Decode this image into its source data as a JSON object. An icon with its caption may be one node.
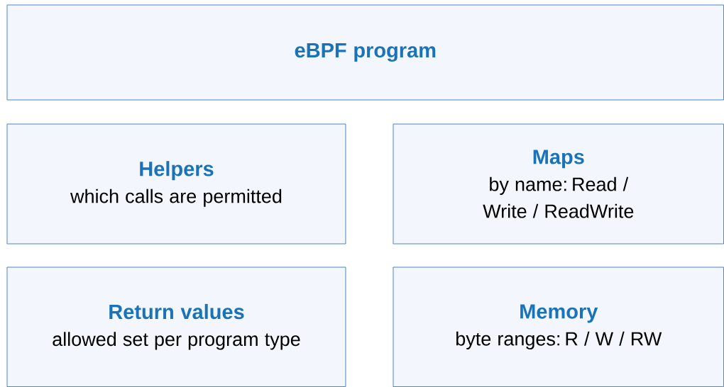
{
  "diagram": {
    "nodes": [
      {
        "text": [
          "eBPF program"
        ]
      },
      {
        "text": [
          "Helpers",
          "which calls are permitted"
        ]
      },
      {
        "text": [
          "Maps",
          "by name: Read / Write / ReadWrite"
        ]
      },
      {
        "text": [
          "Return values",
          "allowed set per program type"
        ]
      },
      {
        "text": [
          "Memory",
          "byte ranges: R / W / RW"
        ]
      }
    ]
  }
}
